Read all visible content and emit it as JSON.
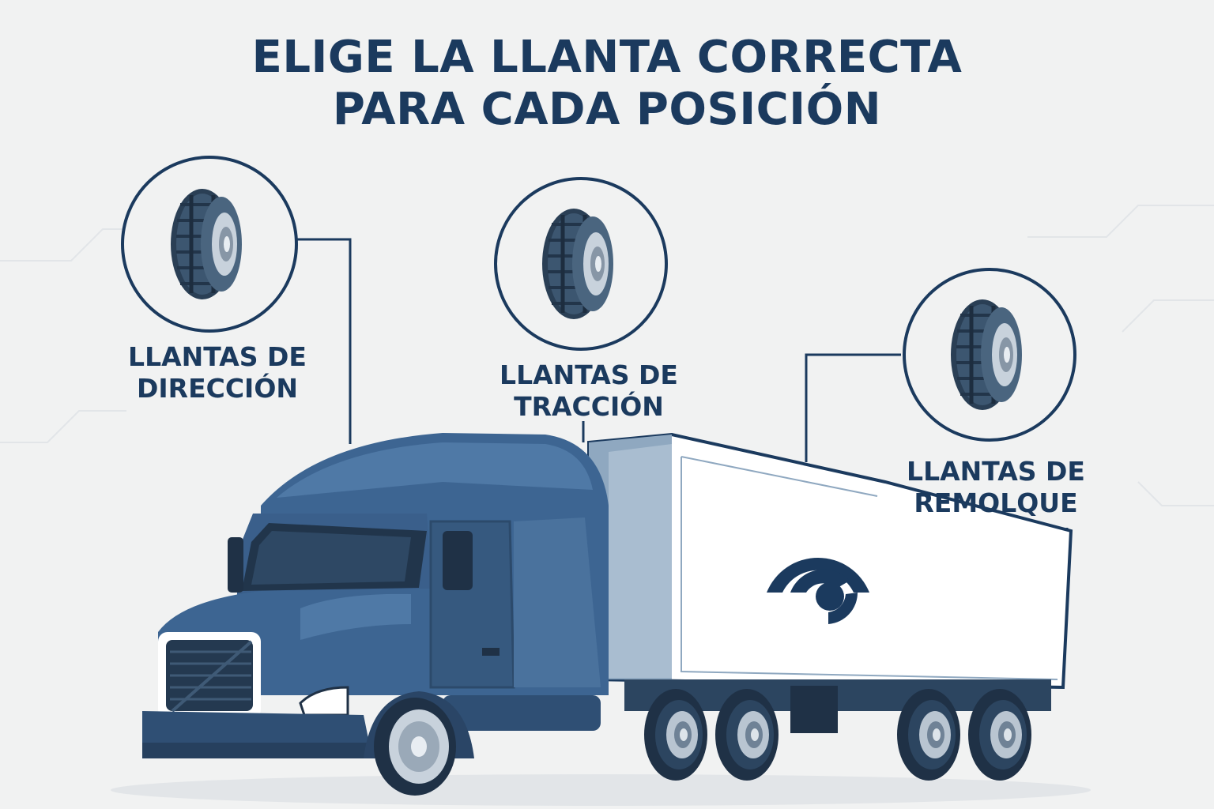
{
  "title": {
    "line1": "ELIGE LA LLANTA CORRECTA",
    "line2": "PARA CADA POSICIÓN"
  },
  "positions": [
    {
      "line1": "LLANTAS DE",
      "line2": "DIRECCIÓN",
      "icon": "tire-icon"
    },
    {
      "line1": "LLANTAS DE",
      "line2": "TRACCIÓN",
      "icon": "tire-icon"
    },
    {
      "line1": "LLANTAS DE",
      "line2": "REMOLQUE",
      "icon": "tire-icon"
    }
  ],
  "colors": {
    "navy": "#1b3a5e",
    "truck_blue": "#3d6592",
    "background": "#f1f2f2",
    "trailer": "#ffffff"
  }
}
